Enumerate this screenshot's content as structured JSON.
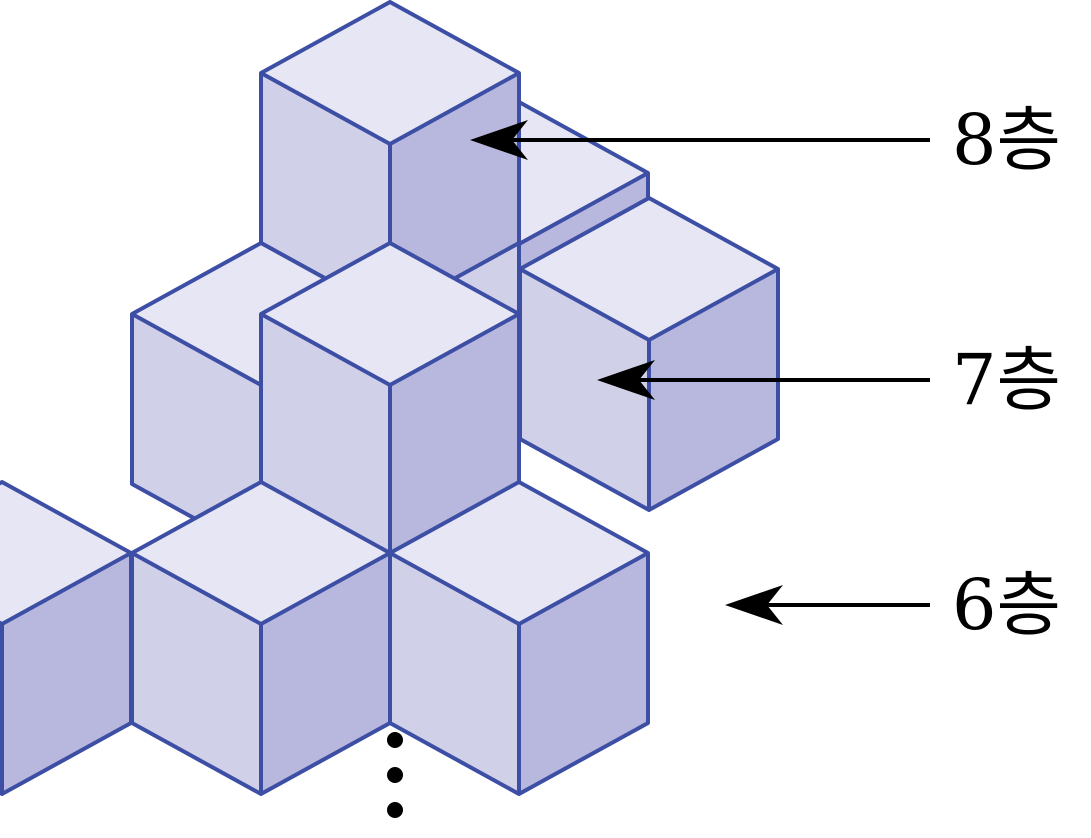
{
  "colors": {
    "top_face": "#e6e6f4",
    "left_face": "#d0d0e8",
    "right_face": "#b8b8de",
    "edge": "#3d4ea5",
    "arrow": "#000000"
  },
  "layers": [
    {
      "label": "8층"
    },
    {
      "label": "7층"
    },
    {
      "label": "6층"
    }
  ],
  "continuation_symbol": "⋮"
}
